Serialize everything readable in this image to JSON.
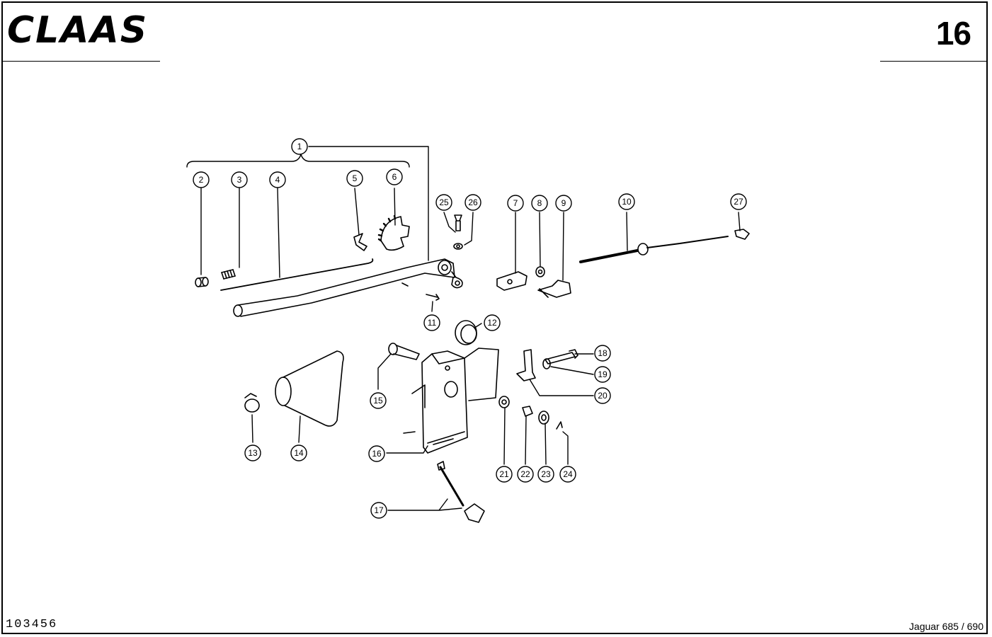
{
  "header": {
    "brand": "CLAAS",
    "page_number": "16"
  },
  "footer": {
    "drawing_number": "103456",
    "model": "Jaguar 685 / 690"
  },
  "callouts": [
    "1",
    "2",
    "3",
    "4",
    "5",
    "6",
    "7",
    "8",
    "9",
    "10",
    "11",
    "12",
    "13",
    "14",
    "15",
    "16",
    "17",
    "18",
    "19",
    "20",
    "21",
    "22",
    "23",
    "24",
    "25",
    "26",
    "27"
  ],
  "colors": {
    "ink": "#000000",
    "paper": "#ffffff"
  }
}
